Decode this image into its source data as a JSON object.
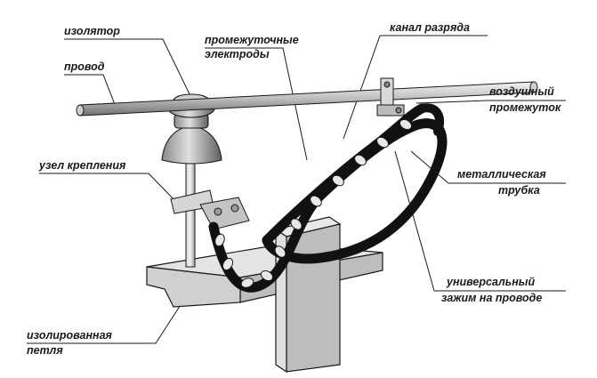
{
  "labels": {
    "insulator": "изолятор",
    "wire": "провод",
    "intermediate_electrodes_1": "промежуточные",
    "intermediate_electrodes_2": "электроды",
    "discharge_channel": "канал разряда",
    "air_gap_1": "воздушный",
    "air_gap_2": "промежуток",
    "mounting_node": "узел крепления",
    "metal_tube_1": "металлическая",
    "metal_tube_2": "трубка",
    "universal_clamp_1": "универсальный",
    "universal_clamp_2": "зажим на проводе",
    "insulated_loop_1": "изолированная",
    "insulated_loop_2": "петля"
  },
  "colors": {
    "line": "#1a1a1a",
    "metal_light": "#e6e6e6",
    "metal_mid": "#b8b8b8",
    "metal_dark": "#7a7a7a",
    "cable": "#111111"
  }
}
